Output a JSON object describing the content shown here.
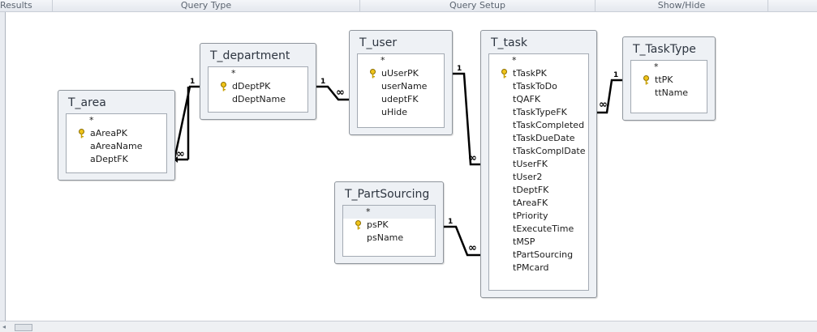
{
  "ribbon": {
    "groups": [
      "Results",
      "Query Type",
      "Query Setup",
      "Show/Hide"
    ]
  },
  "tables": [
    {
      "id": "T_area",
      "title": "T_area",
      "fields": [
        {
          "name": "*",
          "pk": false
        },
        {
          "name": "aAreaPK",
          "pk": true
        },
        {
          "name": "aAreaName",
          "pk": false
        },
        {
          "name": "aDeptFK",
          "pk": false
        }
      ]
    },
    {
      "id": "T_department",
      "title": "T_department",
      "fields": [
        {
          "name": "*",
          "pk": false
        },
        {
          "name": "dDeptPK",
          "pk": true
        },
        {
          "name": "dDeptName",
          "pk": false
        }
      ]
    },
    {
      "id": "T_user",
      "title": "T_user",
      "fields": [
        {
          "name": "*",
          "pk": false
        },
        {
          "name": "uUserPK",
          "pk": true
        },
        {
          "name": "userName",
          "pk": false
        },
        {
          "name": "udeptFK",
          "pk": false
        },
        {
          "name": "uHide",
          "pk": false
        }
      ]
    },
    {
      "id": "T_task",
      "title": "T_task",
      "fields": [
        {
          "name": "*",
          "pk": false
        },
        {
          "name": "tTaskPK",
          "pk": true
        },
        {
          "name": "tTaskToDo",
          "pk": false
        },
        {
          "name": "tQAFK",
          "pk": false
        },
        {
          "name": "tTaskTypeFK",
          "pk": false
        },
        {
          "name": "tTaskCompleted",
          "pk": false
        },
        {
          "name": "tTaskDueDate",
          "pk": false
        },
        {
          "name": "tTaskComplDate",
          "pk": false
        },
        {
          "name": "tUserFK",
          "pk": false
        },
        {
          "name": "tUser2",
          "pk": false
        },
        {
          "name": "tDeptFK",
          "pk": false
        },
        {
          "name": "tAreaFK",
          "pk": false
        },
        {
          "name": "tPriority",
          "pk": false
        },
        {
          "name": "tExecuteTime",
          "pk": false
        },
        {
          "name": "tMSP",
          "pk": false
        },
        {
          "name": "tPartSourcing",
          "pk": false
        },
        {
          "name": "tPMcard",
          "pk": false
        }
      ]
    },
    {
      "id": "T_TaskType",
      "title": "T_TaskType",
      "fields": [
        {
          "name": "*",
          "pk": false
        },
        {
          "name": "ttPK",
          "pk": true
        },
        {
          "name": "ttName",
          "pk": false
        }
      ]
    },
    {
      "id": "T_PartSourcing",
      "title": "T_PartSourcing",
      "fields": [
        {
          "name": "*",
          "pk": false
        },
        {
          "name": "psPK",
          "pk": true
        },
        {
          "name": "psName",
          "pk": false
        }
      ]
    }
  ],
  "relationships": {
    "one_label": "1",
    "many_label": "∞",
    "links": [
      {
        "from": "T_department.dDeptPK",
        "to": "T_area.aDeptFK"
      },
      {
        "from": "T_department.dDeptPK",
        "to": "T_user.udeptFK"
      },
      {
        "from": "T_user.uUserPK",
        "to": "T_task.tUserFK"
      },
      {
        "from": "T_TaskType.ttPK",
        "to": "T_task.tTaskTypeFK"
      },
      {
        "from": "T_PartSourcing.psPK",
        "to": "T_task.tPartSourcing"
      }
    ]
  }
}
